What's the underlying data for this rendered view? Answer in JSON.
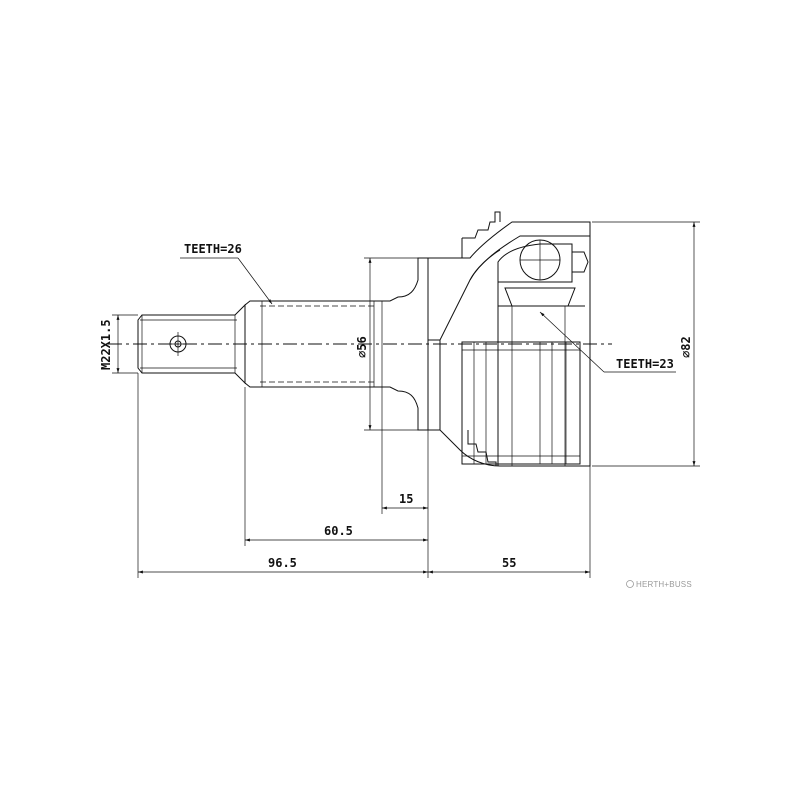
{
  "labels": {
    "teeth_outer": "TEETH=26",
    "teeth_inner": "TEETH=23",
    "thread": "M22X1.5",
    "dia_shaft": "⌀56",
    "dia_body": "⌀82",
    "dim_15": "15",
    "dim_60_5": "60.5",
    "dim_96_5": "96.5",
    "dim_55": "55"
  },
  "brand": {
    "text": "HERTH+BUSS",
    "icon": "brand-ring-icon"
  }
}
